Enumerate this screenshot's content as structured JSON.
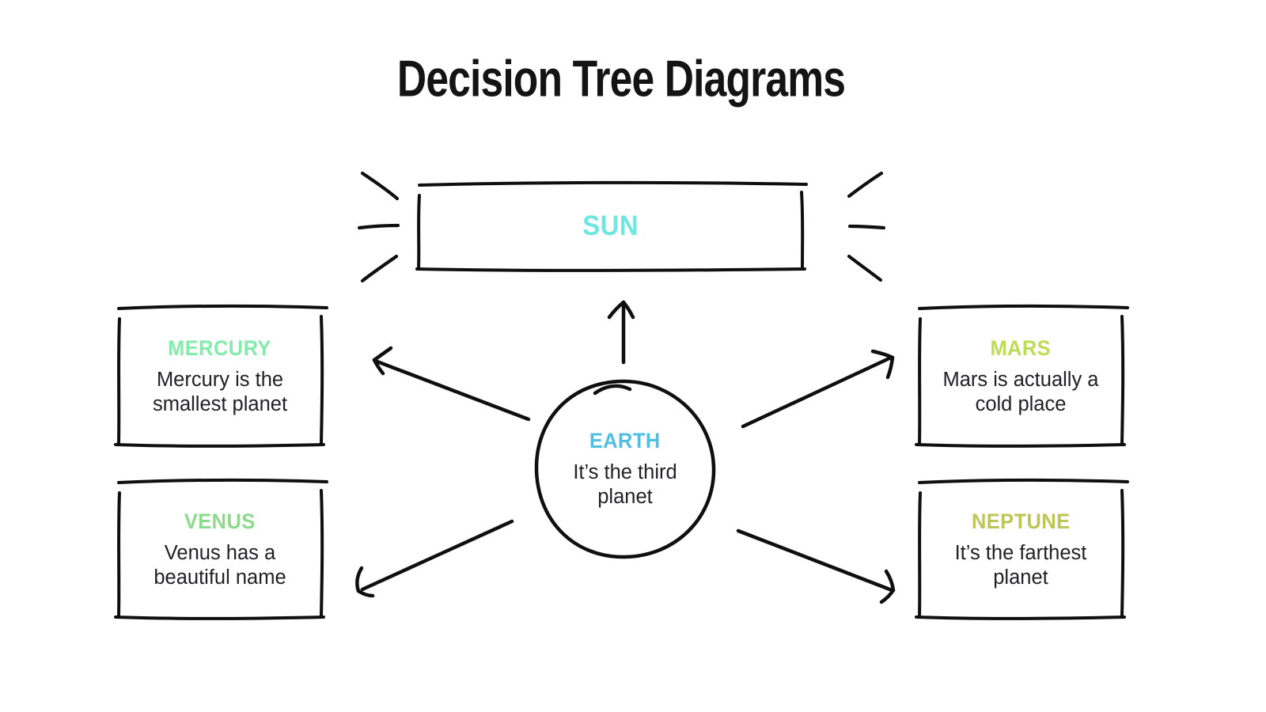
{
  "title": "Decision Tree Diagrams",
  "colors": {
    "background": "#FFFFFF",
    "line": "#0F0F0F",
    "text": "#202124",
    "sun": "#70E6E3",
    "earth": "#4FC0E2",
    "mercury": "#83ECAA",
    "venus": "#8CDA8C",
    "mars": "#BDDC55",
    "neptune": "#BDC554"
  },
  "nodes": {
    "sun": {
      "label": "SUN"
    },
    "earth": {
      "label": "EARTH",
      "lines": [
        "It’s the third",
        "planet"
      ]
    },
    "mercury": {
      "label": "MERCURY",
      "lines": [
        "Mercury is the",
        "smallest planet"
      ]
    },
    "venus": {
      "label": "VENUS",
      "lines": [
        "Venus has a",
        "beautiful name"
      ]
    },
    "mars": {
      "label": "MARS",
      "lines": [
        "Mars is actually a",
        "cold place"
      ]
    },
    "neptune": {
      "label": "NEPTUNE",
      "lines": [
        "It’s the farthest",
        "planet"
      ]
    }
  },
  "connections": [
    {
      "from": "earth",
      "to": "sun"
    },
    {
      "from": "earth",
      "to": "mercury"
    },
    {
      "from": "earth",
      "to": "venus"
    },
    {
      "from": "earth",
      "to": "mars"
    },
    {
      "from": "earth",
      "to": "neptune"
    }
  ]
}
